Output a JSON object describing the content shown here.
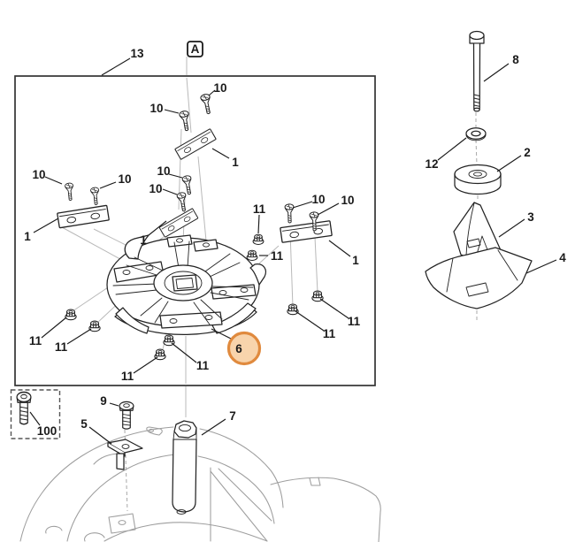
{
  "callouts": {
    "blade": "1",
    "bushing": "2",
    "deflector": "3",
    "baffle": "4",
    "bracket": "5",
    "rotor": "6",
    "spacer": "7",
    "bolt": "8",
    "pan_screw": "9",
    "countersunk_screw": "10",
    "nut": "11",
    "washer": "12",
    "frame": "13",
    "screw_kit": "100",
    "detail_marker": "A"
  },
  "highlight": {
    "fill": "#F8D4AC",
    "ring": "#E08A3E"
  }
}
